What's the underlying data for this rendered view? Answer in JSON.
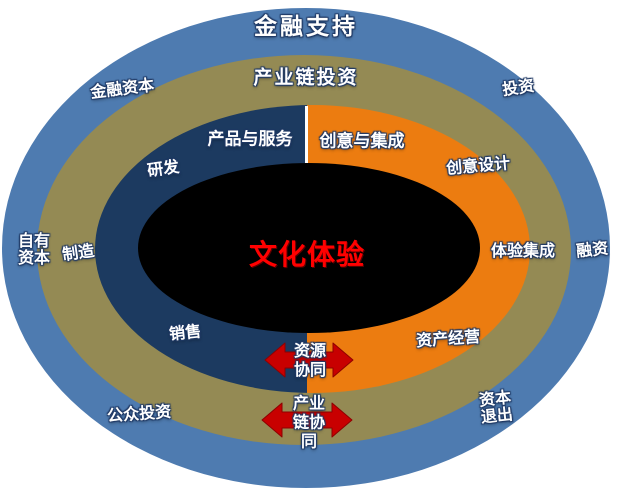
{
  "colors": {
    "page-bg": "#ffffff",
    "ring-blue": "#4e7bb0",
    "ring-olive": "#948a54",
    "ring-navy": "#1c3a60",
    "ring-orange": "#ec7c10",
    "center-black": "#000000",
    "center-text-red": "#ff0000",
    "arrow-red": "#c80000",
    "arrow-red-dark": "#8e0000",
    "label-white": "#ffffff",
    "label-outline": "#1f3864"
  },
  "outer_ring": {
    "title": "金融支持",
    "financial_capital": "金融资本",
    "investment": "投资",
    "own_capital_line1": "自有",
    "own_capital_line2": "资本",
    "financing": "融资",
    "capital_exit_line1": "资本",
    "capital_exit_line2": "退出"
  },
  "middle_ring": {
    "title": "产业链投资",
    "manufacturing": "制造",
    "public_investment": "公众投资"
  },
  "inner_ring_left": {
    "products_services": "产品与服务",
    "rnd": "研发",
    "sales": "销售"
  },
  "inner_ring_right": {
    "creativity_integration": "创意与集成",
    "creative_design": "创意设计",
    "experience_integration": "体验集成",
    "asset_operation": "资产经营"
  },
  "center": {
    "label": "文化体验"
  },
  "arrows": {
    "resource_synergy": {
      "line1": "资源",
      "line2": "协同"
    },
    "industry_chain_synergy": {
      "line1": "产业",
      "line2": "链协",
      "line3": "同"
    }
  }
}
